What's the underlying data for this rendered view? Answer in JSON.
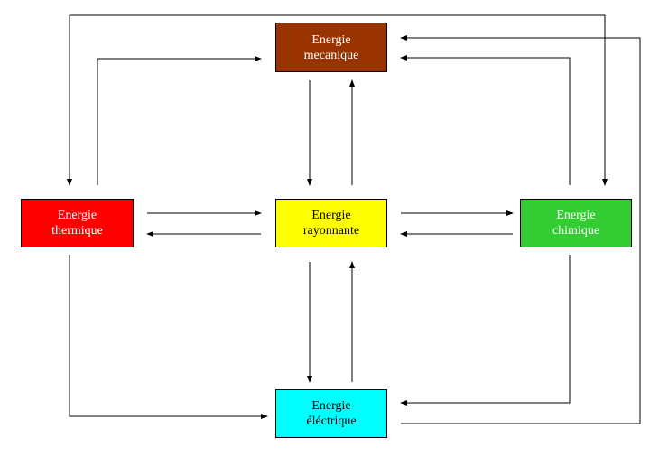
{
  "nodes": {
    "mecanique": {
      "line1": "Energie",
      "line2": "mecanique",
      "fill": "#993300",
      "text_color": "#ffffff"
    },
    "thermique": {
      "line1": "Energie",
      "line2": "thermique",
      "fill": "#ff0000",
      "text_color": "#ffffff"
    },
    "rayonnante": {
      "line1": "Energie",
      "line2": "rayonnante",
      "fill": "#ffff00",
      "text_color": "#000000"
    },
    "chimique": {
      "line1": "Energie",
      "line2": "chimique",
      "fill": "#33cc33",
      "text_color": "#ffffff"
    },
    "electrique": {
      "line1": "Energie",
      "line2": "éléctrique",
      "fill": "#00ffff",
      "text_color": "#000000"
    }
  },
  "edges": [
    {
      "from": "thermique",
      "to": "rayonnante"
    },
    {
      "from": "rayonnante",
      "to": "thermique"
    },
    {
      "from": "rayonnante",
      "to": "chimique"
    },
    {
      "from": "chimique",
      "to": "rayonnante"
    },
    {
      "from": "mecanique",
      "to": "rayonnante"
    },
    {
      "from": "rayonnante",
      "to": "mecanique"
    },
    {
      "from": "rayonnante",
      "to": "electrique"
    },
    {
      "from": "electrique",
      "to": "rayonnante"
    },
    {
      "from": "thermique",
      "to": "mecanique"
    },
    {
      "from": "mecanique",
      "to": "thermique"
    },
    {
      "from": "chimique",
      "to": "mecanique"
    },
    {
      "from": "mecanique",
      "to": "chimique"
    },
    {
      "from": "thermique",
      "to": "electrique"
    },
    {
      "from": "electrique",
      "to": "thermique"
    },
    {
      "from": "chimique",
      "to": "electrique"
    },
    {
      "from": "electrique",
      "to": "mecanique"
    }
  ],
  "colors": {
    "line": "#000000",
    "border": "#000000",
    "background": "#ffffff"
  }
}
